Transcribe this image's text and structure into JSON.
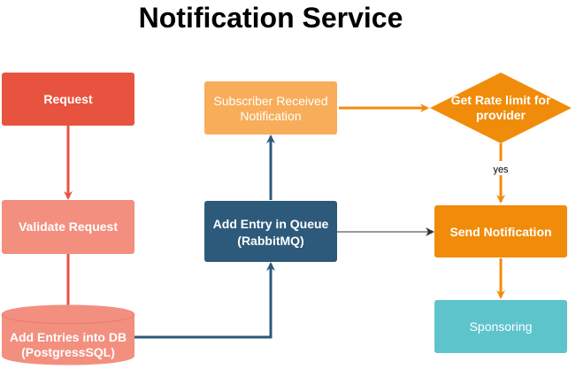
{
  "title": "Notification Service",
  "nodes": {
    "request": {
      "label": "Request",
      "color": "#e8533f"
    },
    "validate": {
      "label": "Validate Request",
      "color": "#f28f7f"
    },
    "db": {
      "line1": "Add Entries into DB",
      "line2": "(PostgressSQL)",
      "color": "#f28f7f"
    },
    "queue": {
      "line1": "Add Entry in Queue",
      "line2": "(RabbitMQ)",
      "color": "#2d5a7b"
    },
    "subscriber": {
      "line1": "Subscriber Received",
      "line2": "Notification",
      "color": "#f7ad5a"
    },
    "ratelimit": {
      "line1": "Get Rate limit for",
      "line2": "provider",
      "color": "#f08c0a"
    },
    "send": {
      "label": "Send Notification",
      "color": "#f08c0a"
    },
    "sponsoring": {
      "label": "Sponsoring",
      "color": "#5ec4cc"
    }
  },
  "edges": {
    "yes_label": "yes"
  },
  "colors": {
    "red_arrow": "#e8533f",
    "blue_arrow": "#2d5a7b",
    "orange_arrow": "#f08c0a",
    "black_arrow": "#333333"
  }
}
